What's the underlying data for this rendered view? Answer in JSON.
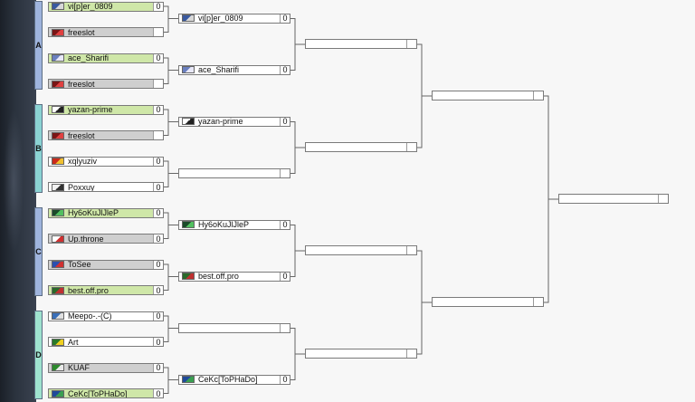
{
  "colors": {
    "win_bg": "#cfe7a8",
    "lose_bg": "#cfcfcf",
    "neutral_bg": "#ffffff",
    "line": "#666666",
    "group_a": "#9fb4dd",
    "group_b": "#8bd3d3",
    "group_c": "#9fb4dd",
    "group_d": "#9fe3cf"
  },
  "groups": [
    {
      "label": "A",
      "color_key": "group_a"
    },
    {
      "label": "B",
      "color_key": "group_b"
    },
    {
      "label": "C",
      "color_key": "group_c"
    },
    {
      "label": "D",
      "color_key": "group_d"
    }
  ],
  "rounds": [
    [
      {
        "name": "vi[p]er_0809",
        "score": "0",
        "state": "win",
        "flag": "flag-icon-flag-a"
      },
      {
        "name": "freeslot",
        "score": "",
        "state": "lose",
        "flag": "flag-icon-freeslot"
      },
      {
        "name": "ace_Sharifi",
        "score": "0",
        "state": "win",
        "flag": "flag-icon-flag-b"
      },
      {
        "name": "freeslot",
        "score": "",
        "state": "lose",
        "flag": "flag-icon-freeslot"
      },
      {
        "name": "yazan-prime",
        "score": "0",
        "state": "win",
        "flag": "flag-icon-flag-c"
      },
      {
        "name": "freeslot",
        "score": "",
        "state": "lose",
        "flag": "flag-icon-freeslot"
      },
      {
        "name": "xqlyuziv",
        "score": "0",
        "state": "neutral",
        "flag": "flag-icon-flag-d"
      },
      {
        "name": "Poxxuy",
        "score": "0",
        "state": "neutral",
        "flag": "flag-icon-flag-e"
      },
      {
        "name": "Hy6oKuJlJleP",
        "score": "0",
        "state": "win",
        "flag": "flag-icon-flag-f"
      },
      {
        "name": "Up.throne",
        "score": "0",
        "state": "lose",
        "flag": "flag-icon-flag-g"
      },
      {
        "name": "ToSee",
        "score": "0",
        "state": "lose",
        "flag": "flag-icon-flag-h"
      },
      {
        "name": "best.off.pro",
        "score": "0",
        "state": "win",
        "flag": "flag-icon-flag-i"
      },
      {
        "name": "Meepo-.-(C)",
        "score": "0",
        "state": "neutral",
        "flag": "flag-icon-flag-j"
      },
      {
        "name": "Art",
        "score": "0",
        "state": "neutral",
        "flag": "flag-icon-flag-k"
      },
      {
        "name": "KUAF",
        "score": "0",
        "state": "lose",
        "flag": "flag-icon-flag-l"
      },
      {
        "name": "CeKc[ToPHaDo]",
        "score": "0",
        "state": "win",
        "flag": "flag-icon-flag-m"
      }
    ],
    [
      {
        "name": "vi[p]er_0809",
        "score": "0",
        "state": "neutral",
        "flag": "flag-icon-flag-a"
      },
      {
        "name": "ace_Sharifi",
        "score": "0",
        "state": "neutral",
        "flag": "flag-icon-flag-b"
      },
      {
        "name": "yazan-prime",
        "score": "0",
        "state": "neutral",
        "flag": "flag-icon-flag-c"
      },
      {
        "name": "",
        "score": "",
        "state": "neutral",
        "flag": ""
      },
      {
        "name": "Hy6oKuJlJleP",
        "score": "0",
        "state": "neutral",
        "flag": "flag-icon-flag-f"
      },
      {
        "name": "best.off.pro",
        "score": "0",
        "state": "neutral",
        "flag": "flag-icon-flag-i"
      },
      {
        "name": "",
        "score": "",
        "state": "neutral",
        "flag": ""
      },
      {
        "name": "CeKc[ToPHaDo]",
        "score": "0",
        "state": "neutral",
        "flag": "flag-icon-flag-m"
      }
    ],
    [
      {
        "name": "",
        "score": "",
        "state": "neutral",
        "flag": ""
      },
      {
        "name": "",
        "score": "",
        "state": "neutral",
        "flag": ""
      },
      {
        "name": "",
        "score": "",
        "state": "neutral",
        "flag": ""
      },
      {
        "name": "",
        "score": "",
        "state": "neutral",
        "flag": ""
      }
    ],
    [
      {
        "name": "",
        "score": "",
        "state": "neutral",
        "flag": ""
      },
      {
        "name": "",
        "score": "",
        "state": "neutral",
        "flag": ""
      }
    ],
    [
      {
        "name": "",
        "score": "",
        "state": "neutral",
        "flag": ""
      }
    ]
  ]
}
